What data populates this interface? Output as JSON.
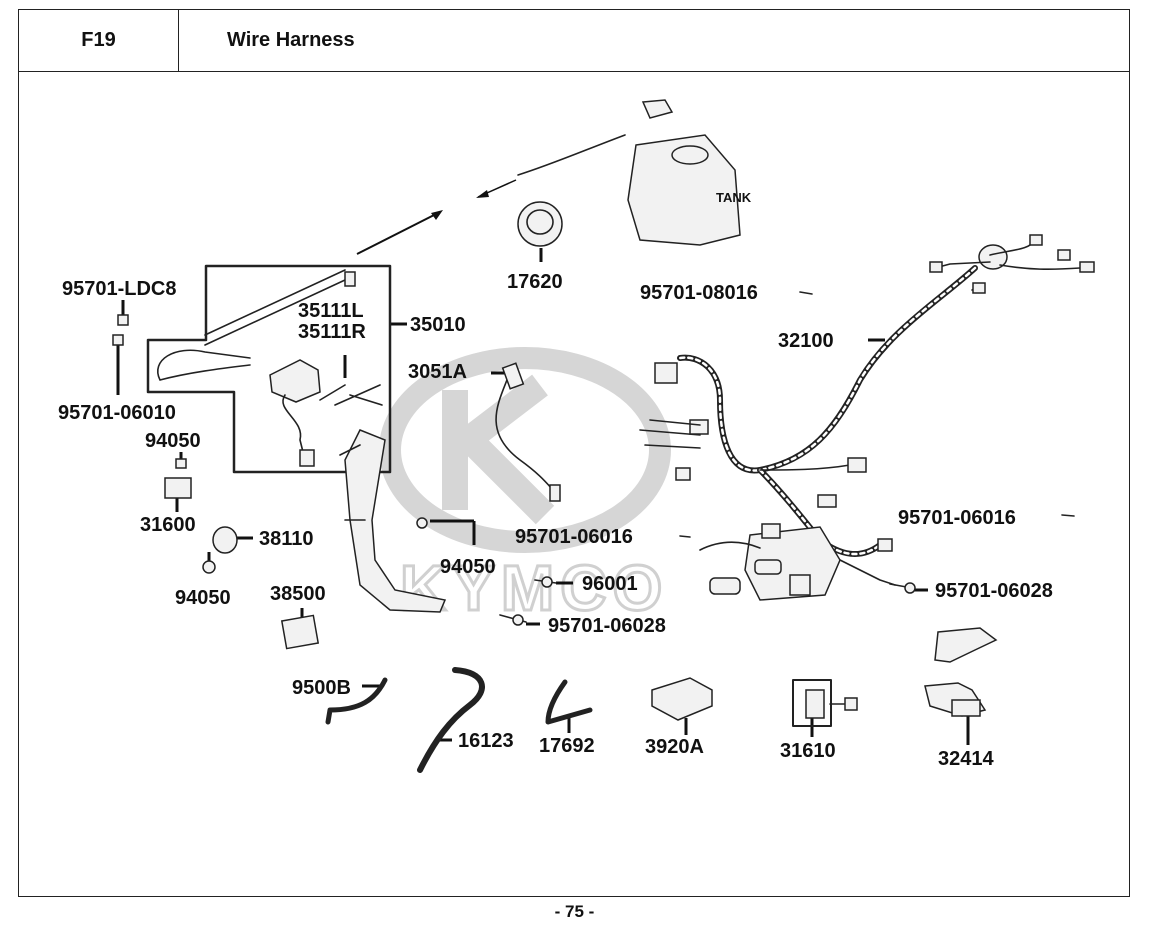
{
  "header": {
    "code": "F19",
    "title": "Wire Harness"
  },
  "watermark": "KYMCO",
  "labels": {
    "tank": "TANK",
    "p17620": "17620",
    "p95701_08016": "95701-08016",
    "p95701_LDC8": "95701-LDC8",
    "p35111L": "35111L",
    "p35111R": "35111R",
    "p35010": "35010",
    "p32100": "32100",
    "p3051A": "3051A",
    "p95701_06010": "95701-06010",
    "p94050_a": "94050",
    "p31600": "31600",
    "p38110": "38110",
    "p94050_b": "94050",
    "p95701_06016_a": "95701-06016",
    "p95701_06016_b": "95701-06016",
    "p94050_c": "94050",
    "p96001": "96001",
    "p95701_06028_a": "95701-06028",
    "p38500": "38500",
    "p95701_06028_b": "95701-06028",
    "p9500B": "9500B",
    "p16123": "16123",
    "p17692": "17692",
    "p3920A": "3920A",
    "p31610": "31610",
    "p32414": "32414"
  },
  "footer": {
    "page": "- 75 -"
  }
}
